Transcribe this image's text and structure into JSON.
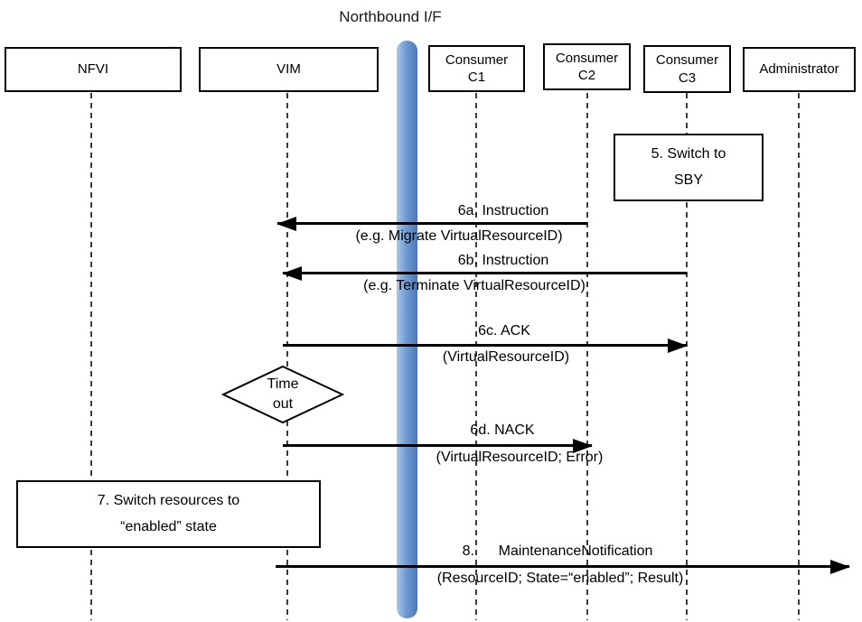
{
  "title": "Northbound I/F",
  "actors": [
    {
      "label": "NFVI"
    },
    {
      "label": "VIM"
    },
    {
      "line1": "Consumer",
      "line2": "C1"
    },
    {
      "line1": "Consumer",
      "line2": "C2"
    },
    {
      "line1": "Consumer",
      "line2": "C3"
    },
    {
      "label": "Administrator"
    }
  ],
  "notes": [
    {
      "line1": "5. Switch to",
      "line2": "SBY"
    },
    {
      "line1": "7. Switch resources to",
      "line2": "“enabled” state"
    }
  ],
  "timeout": {
    "line1": "Time",
    "line2": "out"
  },
  "messages": [
    {
      "name": "6a. Instruction",
      "params": "(e.g. Migrate VirtualResourceID)"
    },
    {
      "name": "6b. Instruction",
      "params": "(e.g. Terminate VirtualResourceID)"
    },
    {
      "name": "6c. ACK",
      "params": "(VirtualResourceID)"
    },
    {
      "name": "6d. NACK",
      "params": "(VirtualResourceID; Error)"
    },
    {
      "name": "8.      MaintenanceNotification",
      "params": "(ResourceID; State=“enabled”; Result)"
    }
  ],
  "colors": {
    "bar_light": "#aac8e8",
    "bar_dark": "#4a77b9",
    "line": "#000000"
  }
}
